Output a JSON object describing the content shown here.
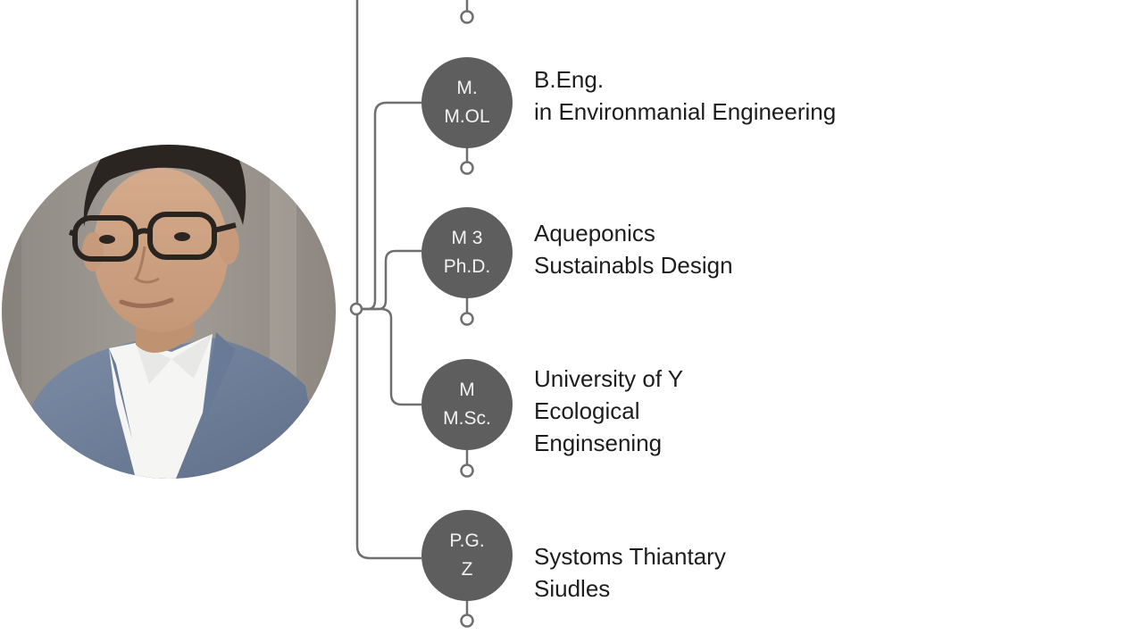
{
  "nodes": [
    {
      "badge": [
        "M.",
        "M.OL"
      ],
      "text": [
        "B.Eng.",
        "in Environmanial Engineering"
      ]
    },
    {
      "badge": [
        "M 3",
        "Ph.D."
      ],
      "text": [
        "Aqueponics",
        "Sustainabls Design"
      ]
    },
    {
      "badge": [
        "M",
        "M.Sc."
      ],
      "text": [
        "University of Y",
        "Ecological",
        "Enginsening"
      ]
    },
    {
      "badge": [
        "P.G.",
        "Z"
      ],
      "text": [
        "Systoms Thiantary",
        "Siudles"
      ]
    }
  ],
  "colors": {
    "node_fill": "#5e5e5e",
    "line": "#6f6f6f",
    "text": "#1d1d1d"
  }
}
